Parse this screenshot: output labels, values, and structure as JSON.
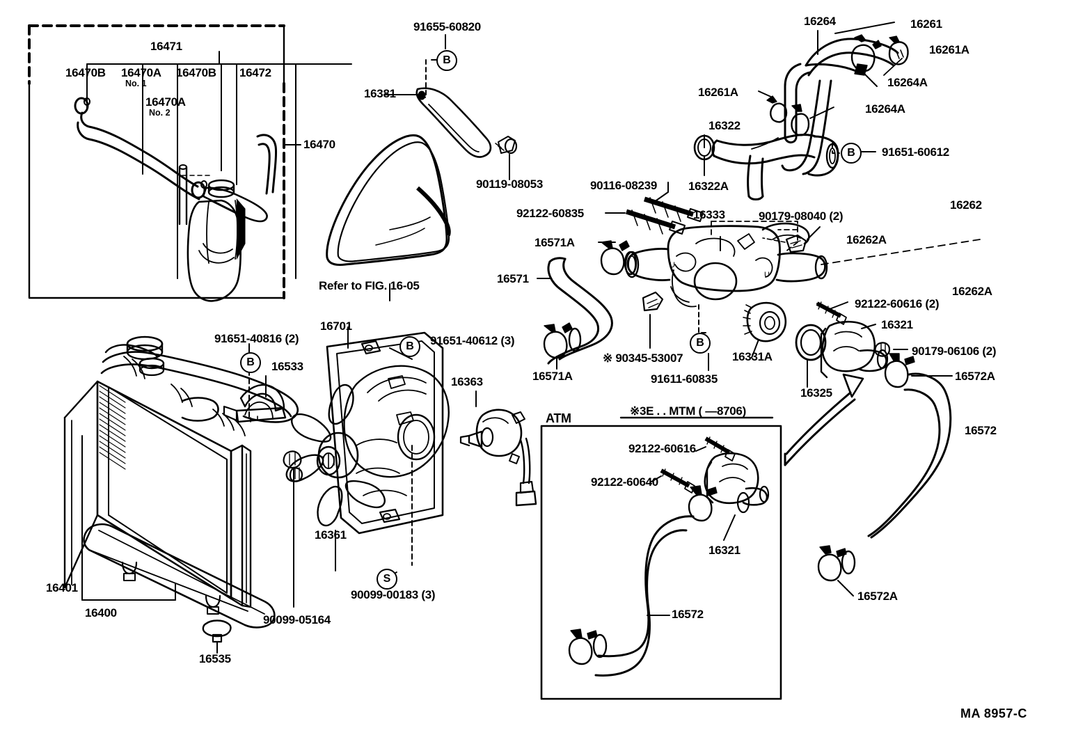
{
  "sheet": {
    "drawing_code": "MA 8957-C",
    "refer_note": "Refer to FIG. 16-05"
  },
  "groups": {
    "reservoir_box": {
      "name": "reservoir-assembly-dashed-box",
      "labels": [
        {
          "id": "l_16471",
          "text": "16471"
        },
        {
          "id": "l_16470B_1",
          "text": "16470B"
        },
        {
          "id": "l_16470A_1",
          "text": "16470A"
        },
        {
          "id": "l_16470A_1_no",
          "text": "No. 1"
        },
        {
          "id": "l_16470B_2",
          "text": "16470B"
        },
        {
          "id": "l_16472",
          "text": "16472"
        },
        {
          "id": "l_16470A_2",
          "text": "16470A"
        },
        {
          "id": "l_16470A_2_no",
          "text": "No. 2"
        },
        {
          "id": "l_16470",
          "text": "16470"
        }
      ]
    },
    "belt_section": {
      "name": "drive-belt-and-tensioner",
      "labels": [
        {
          "id": "l_91655",
          "text": "91655-60820"
        },
        {
          "id": "l_16381",
          "text": "16381"
        },
        {
          "id": "l_90119",
          "text": "90119-08053"
        },
        {
          "id": "l_refer",
          "text": "Refer to FIG. 16-05"
        }
      ],
      "marker_b": "B"
    },
    "upper_hoses": {
      "name": "heater-hose-group",
      "labels": [
        {
          "id": "l_16264",
          "text": "16264"
        },
        {
          "id": "l_16261",
          "text": "16261"
        },
        {
          "id": "l_16261A_r",
          "text": "16261A"
        },
        {
          "id": "l_16264A_r",
          "text": "16264A"
        },
        {
          "id": "l_16261A_l",
          "text": "16261A"
        },
        {
          "id": "l_16264A_m",
          "text": "16264A"
        },
        {
          "id": "l_16322",
          "text": "16322"
        },
        {
          "id": "l_16322A",
          "text": "16322A"
        },
        {
          "id": "l_91651_60612",
          "text": "91651-60612"
        },
        {
          "id": "l_16262",
          "text": "16262"
        },
        {
          "id": "l_16262A_t",
          "text": "16262A"
        },
        {
          "id": "l_16262A_b",
          "text": "16262A"
        }
      ],
      "marker_b": "B"
    },
    "water_outlet": {
      "name": "water-inlet-outlet-housing",
      "labels": [
        {
          "id": "l_90116",
          "text": "90116-08239"
        },
        {
          "id": "l_92122_60835",
          "text": "92122-60835"
        },
        {
          "id": "l_16333",
          "text": "16333"
        },
        {
          "id": "l_90179_08040",
          "text": "90179-08040 (2)"
        },
        {
          "id": "l_16571A_t",
          "text": "16571A"
        },
        {
          "id": "l_16571",
          "text": "16571"
        },
        {
          "id": "l_16571A_b",
          "text": "16571A"
        },
        {
          "id": "l_90345",
          "text": "※ 90345-53007"
        },
        {
          "id": "l_91611",
          "text": "91611-60835"
        },
        {
          "id": "l_16331A",
          "text": "16331A"
        },
        {
          "id": "l_92122_60616_t",
          "text": "92122-60616 (2)"
        },
        {
          "id": "l_16321_r",
          "text": "16321"
        },
        {
          "id": "l_90179_06106",
          "text": "90179-06106 (2)"
        },
        {
          "id": "l_16325",
          "text": "16325"
        },
        {
          "id": "l_16572A_t",
          "text": "16572A"
        },
        {
          "id": "l_16572_r",
          "text": "16572"
        },
        {
          "id": "l_16572A_b",
          "text": "16572A"
        }
      ],
      "marker_b": "B"
    },
    "radiator": {
      "name": "radiator-assembly",
      "labels": [
        {
          "id": "l_91651_40816",
          "text": "91651-40816 (2)"
        },
        {
          "id": "l_16533",
          "text": "16533"
        },
        {
          "id": "l_16401",
          "text": "16401"
        },
        {
          "id": "l_16400",
          "text": "16400"
        },
        {
          "id": "l_16535",
          "text": "16535"
        },
        {
          "id": "l_90099_05164",
          "text": "90099-05164"
        }
      ],
      "marker_b": "B"
    },
    "fan_shroud": {
      "name": "fan-and-shroud-assembly",
      "labels": [
        {
          "id": "l_16701",
          "text": "16701"
        },
        {
          "id": "l_91651_40612",
          "text": "91651-40612 (3)"
        },
        {
          "id": "l_16363",
          "text": "16363"
        },
        {
          "id": "l_16361",
          "text": "16361"
        },
        {
          "id": "l_90099_00183",
          "text": "90099-00183 (3)"
        }
      ],
      "marker_b": "B",
      "marker_s": "S"
    },
    "atm_inset": {
      "name": "atm-variant-inset",
      "corner_label": "ATM",
      "header": "※3E . . MTM (          —8706)",
      "labels": [
        {
          "id": "l_atm_92122_60616",
          "text": "92122-60616"
        },
        {
          "id": "l_atm_92122_60640",
          "text": "92122-60640"
        },
        {
          "id": "l_atm_16321",
          "text": "16321"
        },
        {
          "id": "l_atm_16572",
          "text": "16572"
        }
      ]
    }
  }
}
